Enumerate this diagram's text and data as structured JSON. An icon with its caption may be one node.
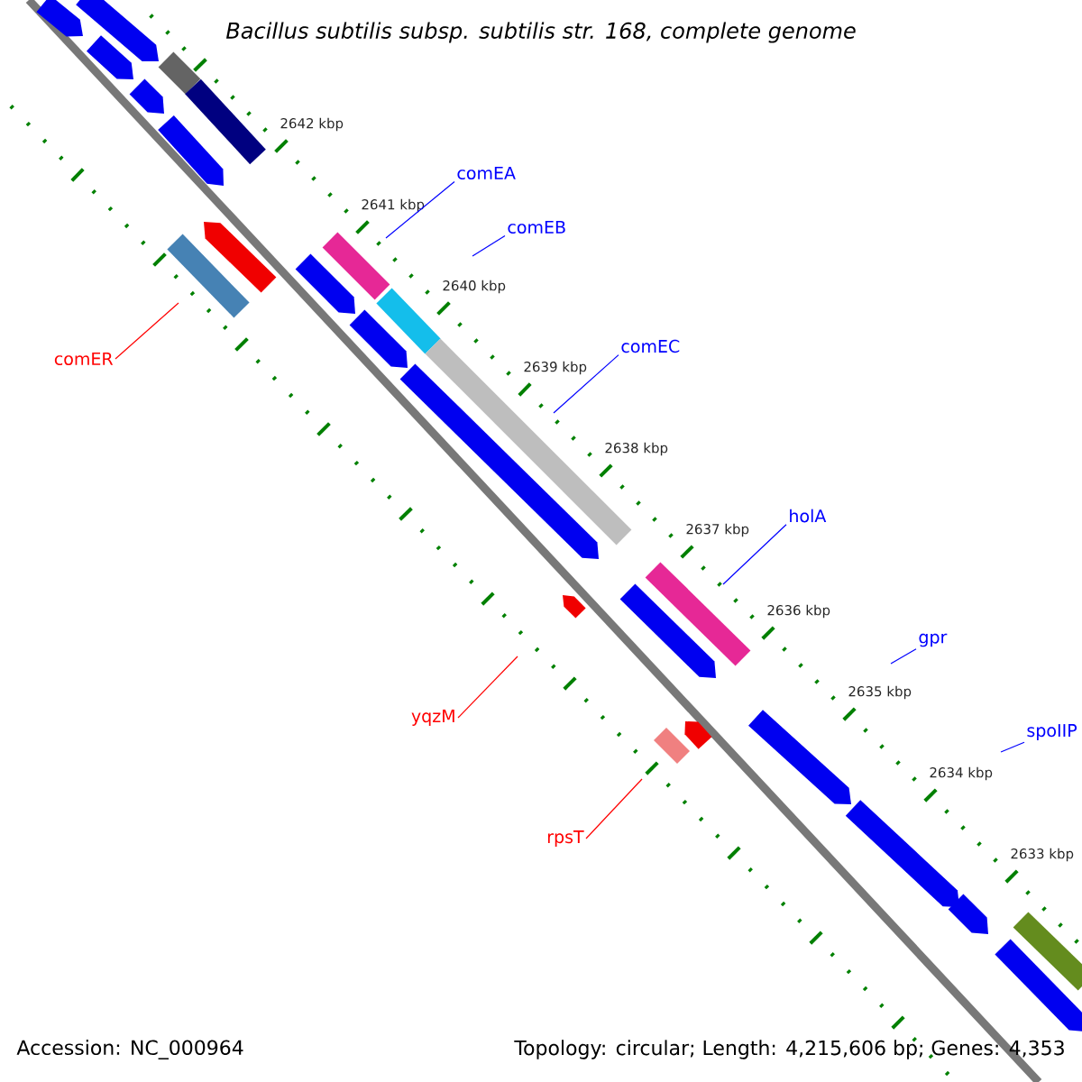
{
  "diagram": {
    "title": "Bacillus subtilis subsp. subtilis str. 168, complete genome",
    "nodes": [
      {
        "text": [
          "comEA"
        ]
      },
      {
        "text": [
          "comEB"
        ]
      },
      {
        "text": [
          "comEC"
        ]
      },
      {
        "text": [
          "comER"
        ]
      },
      {
        "text": [
          "holA"
        ]
      },
      {
        "text": [
          "gpr"
        ]
      },
      {
        "text": [
          "yqzM"
        ]
      },
      {
        "text": [
          "spoIIP"
        ]
      },
      {
        "text": [
          "rpsT"
        ]
      }
    ],
    "edges": [
      {
        "from": 0,
        "to": null,
        "arrow": "none"
      },
      {
        "from": 1,
        "to": null,
        "arrow": "none"
      },
      {
        "from": 2,
        "to": null,
        "arrow": "none"
      },
      {
        "from": 3,
        "to": null,
        "arrow": "none",
        "color": "#ff0000"
      },
      {
        "from": 4,
        "to": null,
        "arrow": "none"
      },
      {
        "from": 5,
        "to": null,
        "arrow": "none"
      },
      {
        "from": 6,
        "to": null,
        "arrow": "none",
        "color": "#ff0000"
      },
      {
        "from": 7,
        "to": null,
        "arrow": "none"
      },
      {
        "from": 8,
        "to": null,
        "arrow": "none",
        "color": "#ff0000"
      }
    ],
    "labels": [
      "2642 kbp",
      "2641 kbp",
      "2640 kbp",
      "2639 kbp",
      "2638 kbp",
      "2637 kbp",
      "2636 kbp",
      "2635 kbp",
      "2634 kbp",
      "2633 kbp",
      "Accession: NC_000964",
      "Topology: circular; Length: 4,215,606 bp; Genes: 4,353"
    ]
  }
}
